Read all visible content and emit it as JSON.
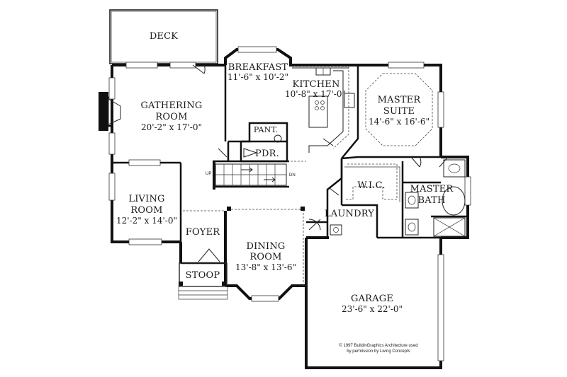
{
  "rooms": {
    "deck": {
      "name": "DECK"
    },
    "breakfast": {
      "name": "BREAKFAST",
      "dims": "11'-6\" x 10'-2\""
    },
    "kitchen": {
      "name": "KITCHEN",
      "dims": "10'-8\" x 17'-0\""
    },
    "gathering": {
      "name1": "GATHERING",
      "name2": "ROOM",
      "dims": "20'-2\" x 17'-0\""
    },
    "master_suite": {
      "name1": "MASTER",
      "name2": "SUITE",
      "dims": "14'-6\" x 16'-6\""
    },
    "pantry": {
      "name": "PANT."
    },
    "powder": {
      "name": "PDR."
    },
    "wic": {
      "name": "W.I.C."
    },
    "master_bath": {
      "name1": "MASTER",
      "name2": "BATH"
    },
    "living": {
      "name1": "LIVING",
      "name2": "ROOM",
      "dims": "12'-2\" x 14'-0\""
    },
    "laundry": {
      "name": "LAUNDRY"
    },
    "foyer": {
      "name": "FOYER"
    },
    "dining": {
      "name1": "DINING",
      "name2": "ROOM",
      "dims": "13'-8\" x 13'-6\""
    },
    "stoop": {
      "name": "STOOP"
    },
    "garage": {
      "name": "GARAGE",
      "dims": "23'-6\" x 22'-0\""
    }
  },
  "stairs": {
    "up": "UP",
    "down": "DN"
  },
  "copyright": {
    "line1": "© 1997 BuildinGraphics Architecture used",
    "line2": "by permission by Living Concepts"
  }
}
